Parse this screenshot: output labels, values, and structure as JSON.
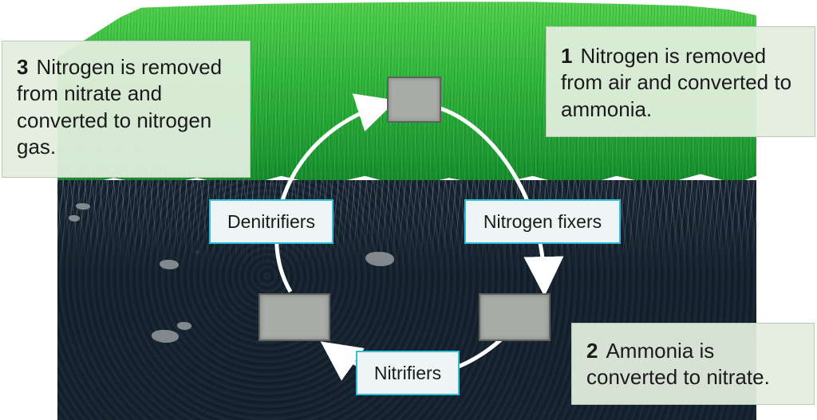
{
  "organisms": {
    "nitrogen_fixers": "Nitrogen fixers",
    "nitrifiers": "Nitrifiers",
    "denitrifiers": "Denitrifiers"
  },
  "steps": [
    {
      "number": "1",
      "text": "Nitrogen is removed from air and converted to ammonia."
    },
    {
      "number": "2",
      "text": "Ammonia is converted to nitrate."
    },
    {
      "number": "3",
      "text": "Nitrogen is removed from nitrate and converted to nitrogen gas."
    }
  ],
  "colors": {
    "grass": "#2fb43c",
    "soil": "#18232f",
    "label_border": "#2fc1dc",
    "label_fill": "#eef5f5",
    "step_fill": "#e2eede",
    "node_fill": "#a9aca9",
    "arrow": "#ffffff"
  }
}
